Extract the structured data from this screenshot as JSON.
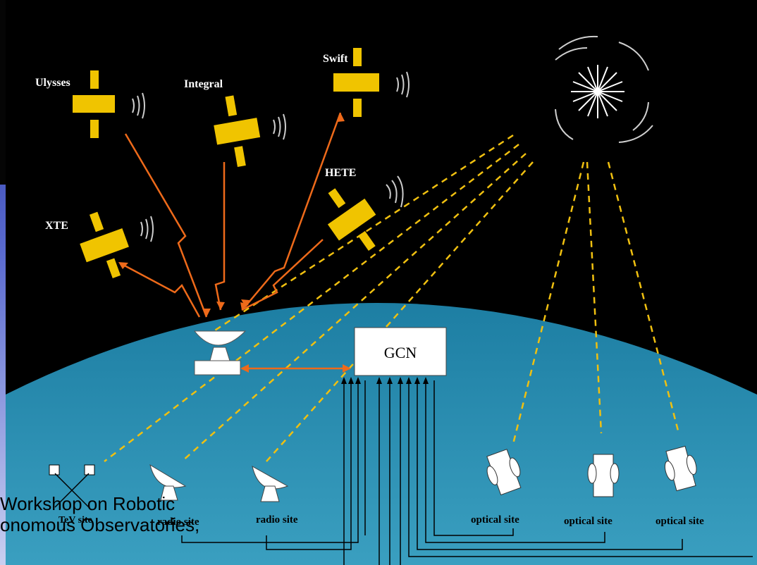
{
  "diagram": {
    "satellites": [
      {
        "id": "ulysses",
        "label": "Ulysses"
      },
      {
        "id": "integral",
        "label": "Integral"
      },
      {
        "id": "swift",
        "label": "Swift"
      },
      {
        "id": "hete",
        "label": "HETE"
      },
      {
        "id": "xte",
        "label": "XTE"
      }
    ],
    "gcn_label": "GCN",
    "sites": [
      {
        "id": "tev",
        "label": "TeV site"
      },
      {
        "id": "radio1",
        "label": "radio site"
      },
      {
        "id": "radio2",
        "label": "radio site"
      },
      {
        "id": "optical1",
        "label": "optical site"
      },
      {
        "id": "optical2",
        "label": "optical site"
      },
      {
        "id": "optical3",
        "label": "optical site"
      }
    ],
    "colors": {
      "sky": "#000000",
      "earth": "#2f8fb0",
      "satellite": "#f0c400",
      "arrow": "#ee6a1a",
      "dashed": "#f0c010",
      "white": "#ffffff"
    }
  },
  "footer": {
    "lines": [
      "Workshop on Robotic",
      "onomous Observatories,"
    ]
  }
}
